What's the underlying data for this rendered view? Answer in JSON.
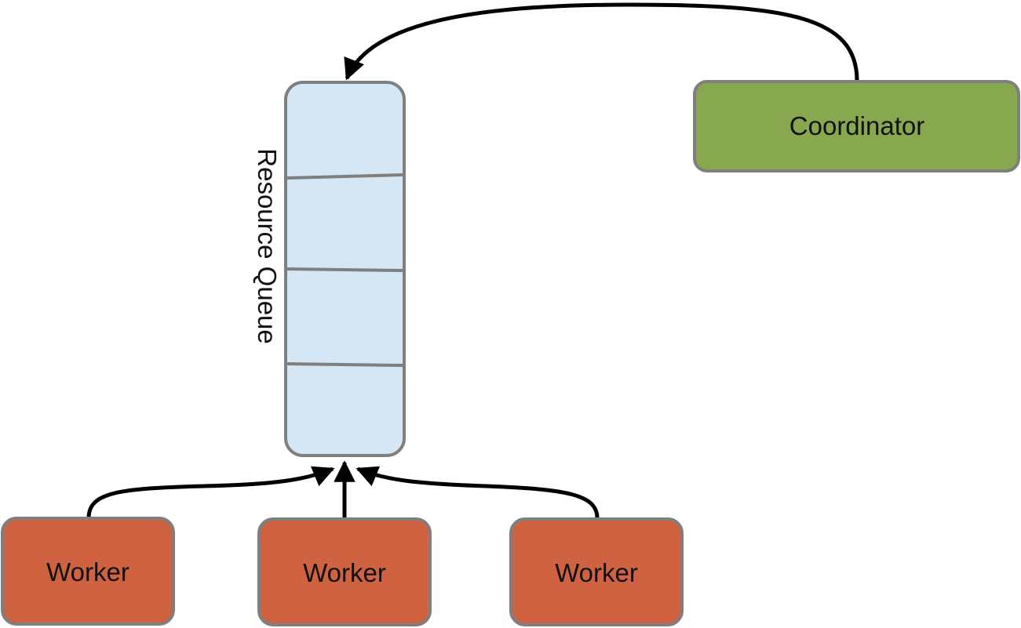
{
  "diagram": {
    "queue": {
      "label": "Resource Queue",
      "slot_count": 4,
      "fill": "#d5e6f5",
      "stroke": "#7f7f7f"
    },
    "coordinator": {
      "label": "Coordinator",
      "fill": "#88a84f",
      "stroke": "#7f7f7f"
    },
    "workers": [
      {
        "label": "Worker"
      },
      {
        "label": "Worker"
      },
      {
        "label": "Worker"
      }
    ],
    "worker_style": {
      "fill": "#cf6240",
      "stroke": "#7f7f7f"
    },
    "edges": [
      {
        "from": "coordinator",
        "to": "queue"
      },
      {
        "from": "worker-1",
        "to": "queue"
      },
      {
        "from": "worker-2",
        "to": "queue"
      },
      {
        "from": "worker-3",
        "to": "queue"
      }
    ],
    "arrow_color": "#000000"
  }
}
